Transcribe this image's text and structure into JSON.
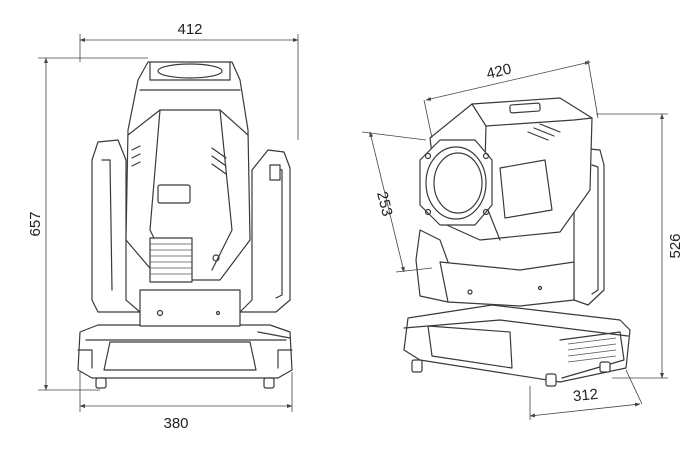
{
  "dimensions": {
    "front_width_top": "412",
    "front_height": "657",
    "front_width_bottom": "380",
    "side_depth_top": "420",
    "side_head_height": "253",
    "side_height": "526",
    "side_base_depth": "312"
  },
  "colors": {
    "line": "#3a3a3a",
    "background": "#ffffff"
  }
}
